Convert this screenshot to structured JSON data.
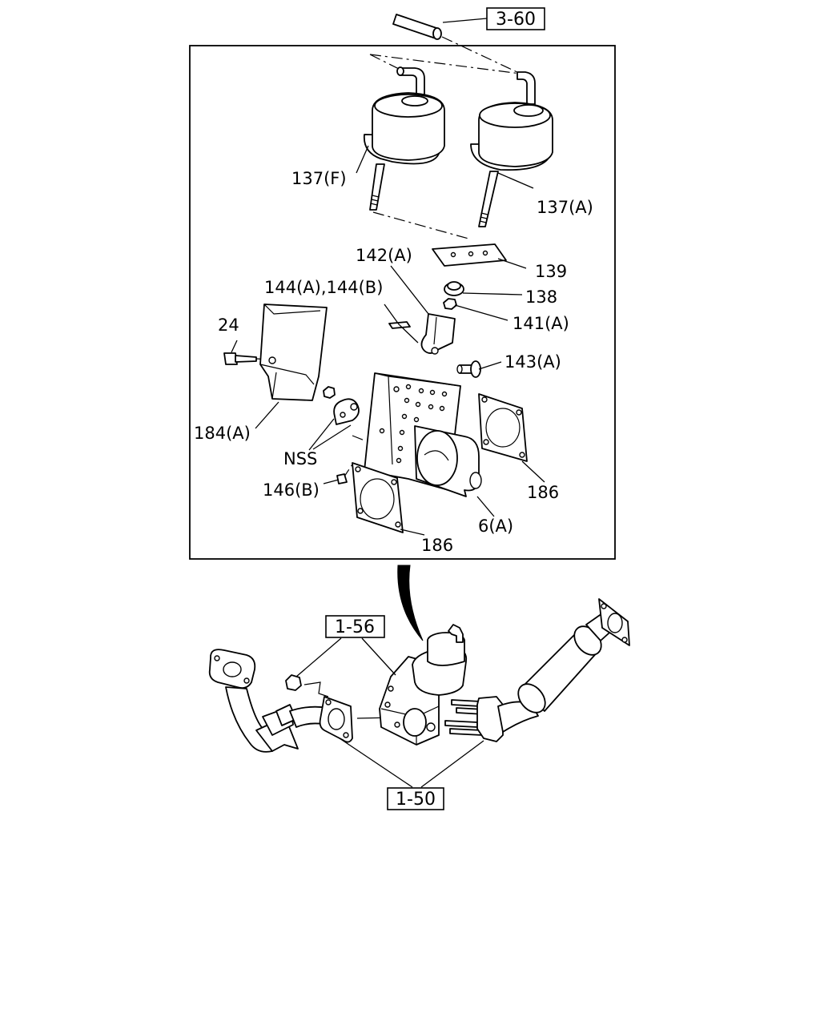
{
  "ref_boxes": {
    "top": "3-60",
    "middle": "1-56",
    "bottom": "1-50"
  },
  "labels": {
    "actuator_front": "137(F)",
    "actuator_a": "137(A)",
    "bracket_142a": "142(A)",
    "plate_139": "139",
    "part_138": "138",
    "nut_141a": "141(A)",
    "pin_143a": "143(A)",
    "clip_144": "144(A),144(B)",
    "bolt_24": "24",
    "shield_184a": "184(A)",
    "nss": "NSS",
    "screw_146b": "146(B)",
    "gasket_right": "186",
    "gasket_front": "186",
    "valve_6a": "6(A)"
  }
}
